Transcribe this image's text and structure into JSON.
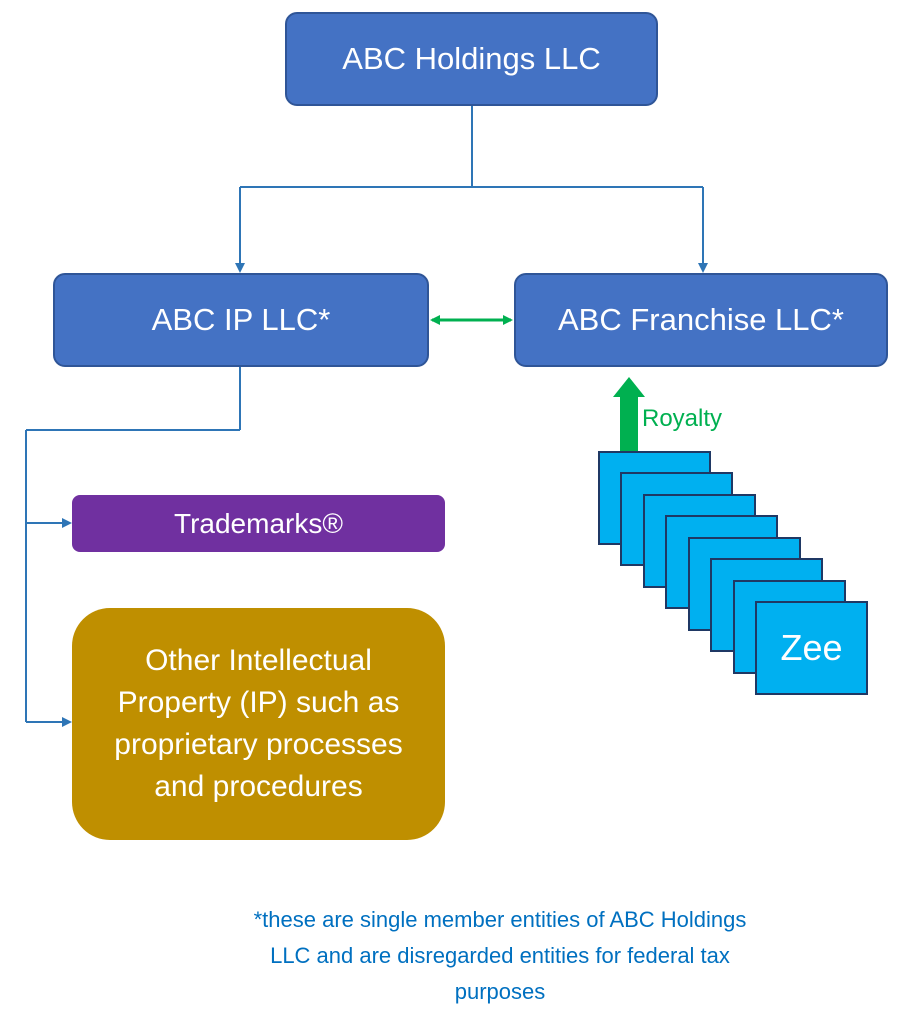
{
  "nodes": {
    "holdings": "ABC Holdings LLC",
    "ip": "ABC IP LLC*",
    "franchise": "ABC Franchise LLC*",
    "trademarks": "Trademarks®",
    "other_ip": "Other Intellectual Property (IP) such as proprietary processes and procedures",
    "zee": "Zee"
  },
  "royalty_label": "Royalty",
  "footnote": "*these are single member entities of ABC Holdings LLC and are disregarded entities for federal tax purposes",
  "colors": {
    "entity_blue": "#4472c4",
    "connector_blue": "#2e75b6",
    "trademarks_purple": "#7030a0",
    "other_ip_gold": "#bf8f00",
    "zee_cyan": "#00b0f0",
    "royalty_green": "#00b050",
    "footnote_blue": "#0070c0"
  }
}
